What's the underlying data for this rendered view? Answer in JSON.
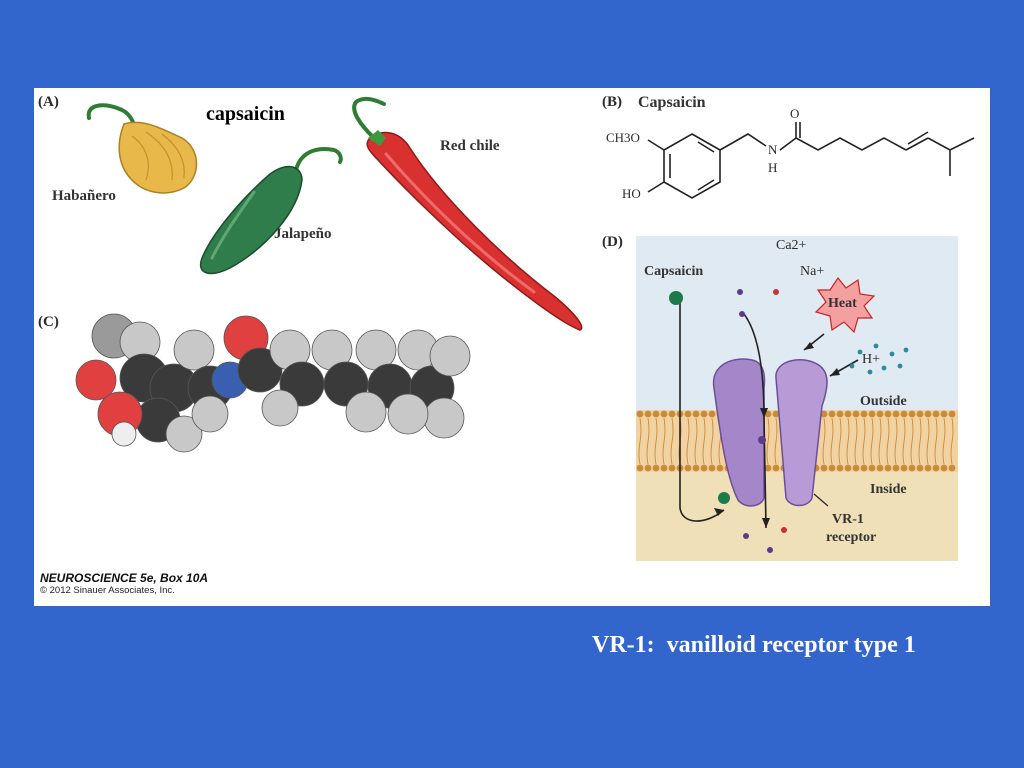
{
  "figure": {
    "title_overlay": "capsaicin",
    "panels": {
      "a": {
        "letter": "(A)",
        "peppers": [
          "Habañero",
          "Jalapeño",
          "Red chile"
        ]
      },
      "b": {
        "letter": "(B)",
        "name": "Capsaicin",
        "atoms": {
          "methoxy": "CH3O",
          "hydroxyl": "HO",
          "nitrogen": "N",
          "hydrogen": "H",
          "oxygen": "O"
        }
      },
      "c": {
        "letter": "(C)"
      },
      "d": {
        "letter": "(D)",
        "capsaicin": "Capsaicin",
        "calcium": "Ca2+",
        "sodium": "Na+",
        "heat": "Heat",
        "proton": "H+",
        "outside": "Outside",
        "inside": "Inside",
        "receptor_line1": "VR-1",
        "receptor_line2": "receptor"
      }
    },
    "credit": {
      "book": "NEUROSCIENCE 5e, Box 10A",
      "copyright": "© 2012 Sinauer Associates, Inc."
    }
  },
  "caption": "VR-1:  vanilloid receptor type 1",
  "colors": {
    "background": "#3366cc",
    "caption_text": "#ffffff"
  }
}
